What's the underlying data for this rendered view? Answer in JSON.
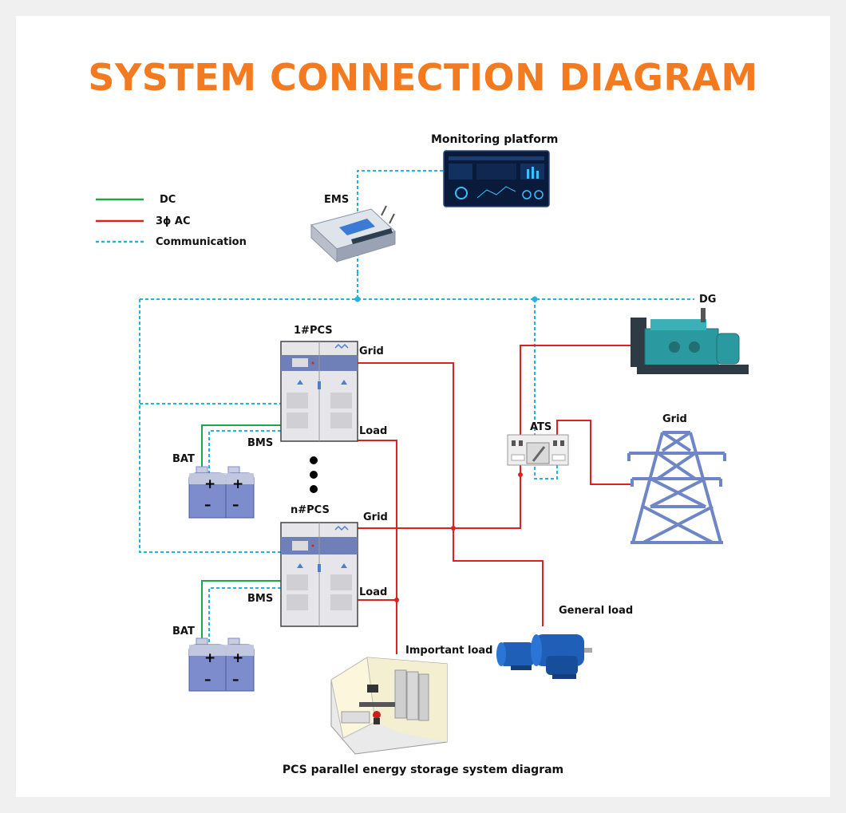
{
  "title": "SYSTEM CONNECTION DIAGRAM",
  "caption": "PCS  parallel energy storage system diagram",
  "legend": {
    "items": [
      {
        "label": "DC",
        "color": "#1aa84a",
        "style": "solid"
      },
      {
        "label": "3ϕ AC",
        "color": "#e02020",
        "style": "solid"
      },
      {
        "label": "Communication",
        "color": "#2ab0e0",
        "style": "dashed"
      }
    ]
  },
  "nodes": {
    "monitoring": "Monitoring platform",
    "ems": "EMS",
    "dg": "DG",
    "pcs1": "1#PCS",
    "pcsn": "n#PCS",
    "grid_port_1": "Grid",
    "load_port_1": "Load",
    "grid_port_n": "Grid",
    "load_port_n": "Load",
    "bms_1": "BMS",
    "bms_n": "BMS",
    "bat_1": "BAT",
    "bat_n": "BAT",
    "ats": "ATS",
    "grid_tower": "Grid",
    "general_load": "General load",
    "important_load": "Important load",
    "battery_plus": "+",
    "battery_minus": "–"
  },
  "colors": {
    "title": "#f47a1f",
    "dc": "#1aa84a",
    "ac": "#e02020",
    "comm": "#2ab0e0",
    "pcs_body": "#e6e6ea",
    "pcs_band": "#6f7fb8",
    "battery": "#7c8ccc",
    "tower": "#6f86c6",
    "dg": "#2a9aa0",
    "motor": "#1f5fb8"
  }
}
